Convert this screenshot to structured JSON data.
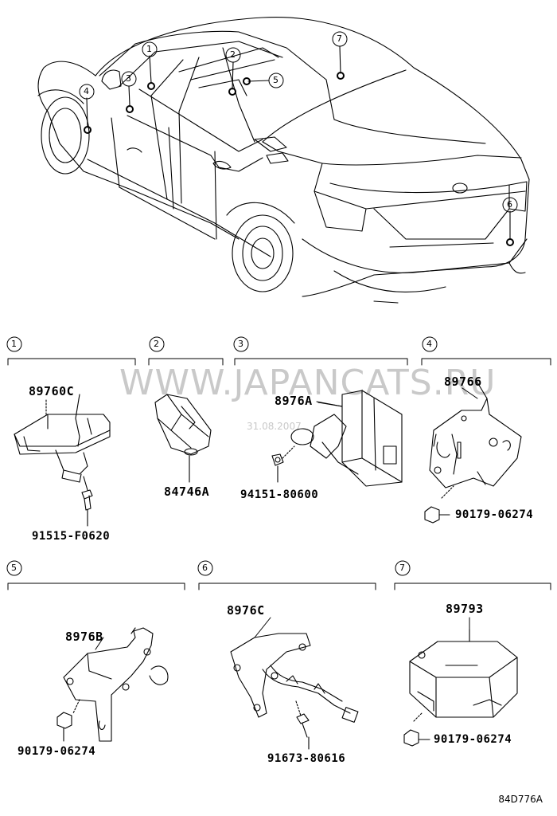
{
  "callouts": [
    "1",
    "2",
    "3",
    "4",
    "5",
    "6",
    "7"
  ],
  "sections": [
    {
      "number": "1",
      "parts": [
        "89760C",
        "91515-F0620"
      ]
    },
    {
      "number": "2",
      "parts": [
        "84746A"
      ]
    },
    {
      "number": "3",
      "parts": [
        "8976A",
        "94151-80600"
      ]
    },
    {
      "number": "4",
      "parts": [
        "89766",
        "90179-06274"
      ]
    },
    {
      "number": "5",
      "parts": [
        "8976B",
        "90179-06274"
      ]
    },
    {
      "number": "6",
      "parts": [
        "8976C",
        "91673-80616"
      ]
    },
    {
      "number": "7",
      "parts": [
        "89793",
        "90179-06274"
      ]
    }
  ],
  "watermark": {
    "site": "WWW.JAPANCATS.RU",
    "date": "31.08.2007"
  },
  "drawing_code": "84D776A"
}
